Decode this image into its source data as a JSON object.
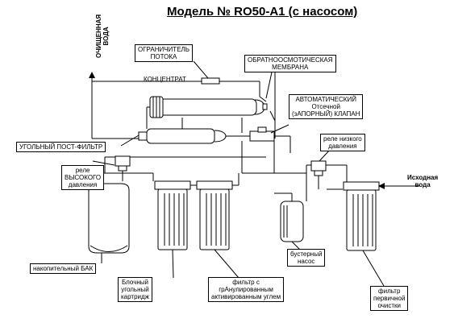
{
  "title_prefix": "Модель № ",
  "title_model": "RO50-A1",
  "title_suffix": " (с насосом)",
  "labels": {
    "clean_water_1": "ОЧИЩЕННАЯ",
    "clean_water_2": "ВОДА",
    "flow_limiter_1": "ОГРАНИЧИТЕЛЬ",
    "flow_limiter_2": "ПОТОКА",
    "concentrate": "КОНЦЕНТРАТ",
    "membrane_1": "ОБРАТНООСМОТИЧЕСКАЯ",
    "membrane_2": "МЕМБРАНА",
    "shutoff_1": "АВТОМАТИЧЕСКИЙ",
    "shutoff_2": "Отсечной",
    "shutoff_3": "(зАПОРНЫЙ) КЛАПАН",
    "carbon_post": "УГОЛЬНЫЙ ПОСТ-ФИЛЬТР",
    "low_relay_1": "реле низкого",
    "low_relay_2": "давления",
    "high_relay_1": "реле",
    "high_relay_2": "ВЫСОКОГО",
    "high_relay_3": "давления",
    "source_1": "Исходная",
    "source_2": "вода",
    "tank": "накопительный БАК",
    "block_1": "Блочный",
    "block_2": "угольный",
    "block_3": "картридж",
    "granular_1": "фильтр с",
    "granular_2": "грАнулированным",
    "granular_3": "активированным углем",
    "booster_1": "бустерный",
    "booster_2": "насос",
    "prefilter_1": "фильтр",
    "prefilter_2": "первичной",
    "prefilter_3": "очистки"
  }
}
